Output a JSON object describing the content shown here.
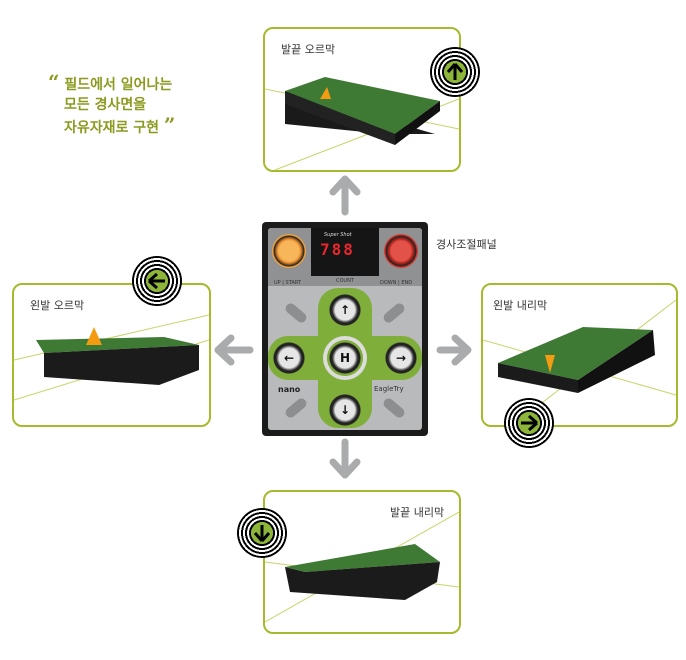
{
  "quote": {
    "open": "“",
    "line1": "필드에서 일어나는",
    "line2": "모든 경사면을",
    "line3": "자유자재로 구현",
    "close": "”"
  },
  "panel_label": "경사조절패널",
  "panel": {
    "brand": "Super Shot",
    "display": "788",
    "count": "COUNT",
    "up_start": "UP | START",
    "down_end": "DOWN | END",
    "home": "H",
    "left_logo": "nano",
    "right_logo": "EagleTry"
  },
  "boxes": {
    "top": "발끝 오르막",
    "left": "왼발 오르막",
    "right": "왼발 내리막",
    "bottom": "발끝 내리막"
  },
  "colors": {
    "accent": "#a7b92c",
    "green": "#8db53a",
    "text": "#8c9a1f"
  }
}
